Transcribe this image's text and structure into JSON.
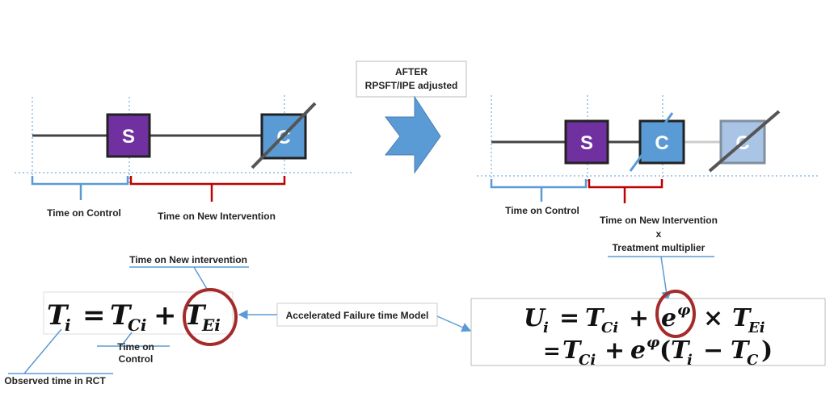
{
  "after_box": {
    "line1": "AFTER",
    "line2": "RPSFT/IPE adjusted"
  },
  "left": {
    "s_label": "S",
    "c_label": "C",
    "time_on_control": "Time on Control",
    "time_on_new_intervention": "Time on New Intervention"
  },
  "right": {
    "s_label": "S",
    "c_label": "C",
    "c_ghost_label": "C",
    "time_on_control": "Time on Control",
    "time_on_new_intervention": "Time on New Intervention",
    "times": "x",
    "treatment_multiplier": "Treatment multiplier"
  },
  "formula_left": {
    "annot_new_intervention": "Time on New intervention",
    "annot_control_line1": "Time on",
    "annot_control_line2": "Control",
    "annot_observed": "Observed time in RCT"
  },
  "aft_label": "Accelerated Failure time Model",
  "colors": {
    "s_box": "#7030a0",
    "c_box": "#5b9bd5",
    "c_ghost": "#a9c4e4",
    "red_brace": "#c00000",
    "blue_brace": "#5b9bd5",
    "circle": "#a52a2a",
    "arrow": "#5b9bd5"
  }
}
